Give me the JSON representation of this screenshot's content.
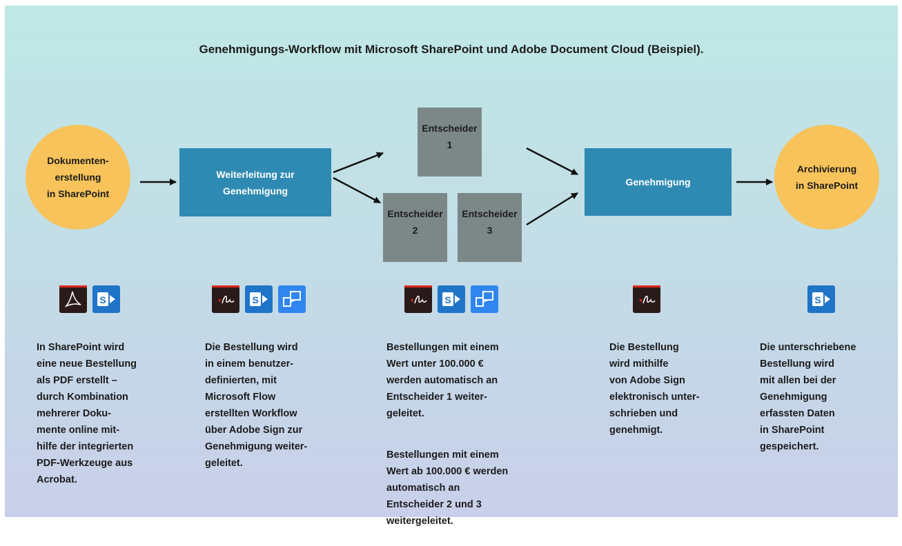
{
  "title": "Genehmigungs-Workflow mit Microsoft SharePoint und Adobe Document Cloud (Beispiel).",
  "nodes": {
    "creation": "Dokumenten-\nerstellung\nin SharePoint",
    "routing": "Weiterleitung zur\nGenehmigung",
    "decider1": "Entscheider\n1",
    "decider2": "Entscheider\n2",
    "decider3": "Entscheider\n3",
    "approval": "Genehmigung",
    "archive": "Archivierung\nin SharePoint"
  },
  "columns": [
    {
      "icons": [
        "acrobat-icon",
        "sharepoint-icon"
      ],
      "text": [
        "In SharePoint wird\neine neue Bestellung\nals PDF erstellt –\ndurch Kombination\nmehrerer Doku-\nmente online mit-\nhilfe der integrierten\nPDF-Werkzeuge aus\nAcrobat."
      ]
    },
    {
      "icons": [
        "adobe-sign-icon",
        "sharepoint-icon",
        "microsoft-flow-icon"
      ],
      "text": [
        "Die Bestellung wird\nin einem benutzer-\ndefinierten, mit\nMicrosoft Flow\nerstellten Workflow\nüber Adobe Sign zur\nGenehmigung weiter-\ngeleitet."
      ]
    },
    {
      "icons": [
        "adobe-sign-icon",
        "sharepoint-icon",
        "microsoft-flow-icon"
      ],
      "text": [
        "Bestellungen mit einem\nWert unter 100.000 €\nwerden automatisch an\nEntscheider 1 weiter-\ngeleitet.",
        "Bestellungen mit einem\nWert ab 100.000 € werden\nautomatisch an\nEntscheider 2 und 3\nweitergeleitet."
      ]
    },
    {
      "icons": [
        "adobe-sign-icon"
      ],
      "text": [
        "Die Bestellung\nwird mithilfe\nvon Adobe Sign\nelektronisch unter-\nschrieben und\ngenehmigt."
      ]
    },
    {
      "icons": [
        "sharepoint-icon"
      ],
      "text": [
        "Die unterschriebene\nBestellung wird\nmit allen bei der\nGenehmigung\nerfassten Daten\nin SharePoint\ngespeichert."
      ]
    }
  ],
  "colors": {
    "circle": "#f7c35a",
    "process_box": "#2e8ab2",
    "decider_box": "#7c8888",
    "arrow": "#111111"
  }
}
